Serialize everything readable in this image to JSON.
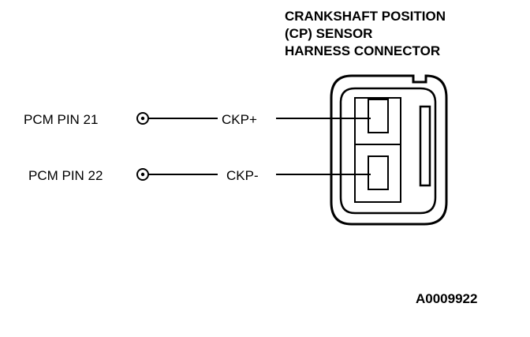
{
  "title_lines": [
    "CRANKSHAFT POSITION",
    "(CP) SENSOR",
    "HARNESS CONNECTOR"
  ],
  "pins": [
    {
      "pcm_label": "PCM PIN 21",
      "signal_label": "CKP+"
    },
    {
      "pcm_label": "PCM PIN 22",
      "signal_label": "CKP-"
    }
  ],
  "figure_id": "A0009922",
  "colors": {
    "ink": "#000000",
    "background": "#ffffff"
  }
}
